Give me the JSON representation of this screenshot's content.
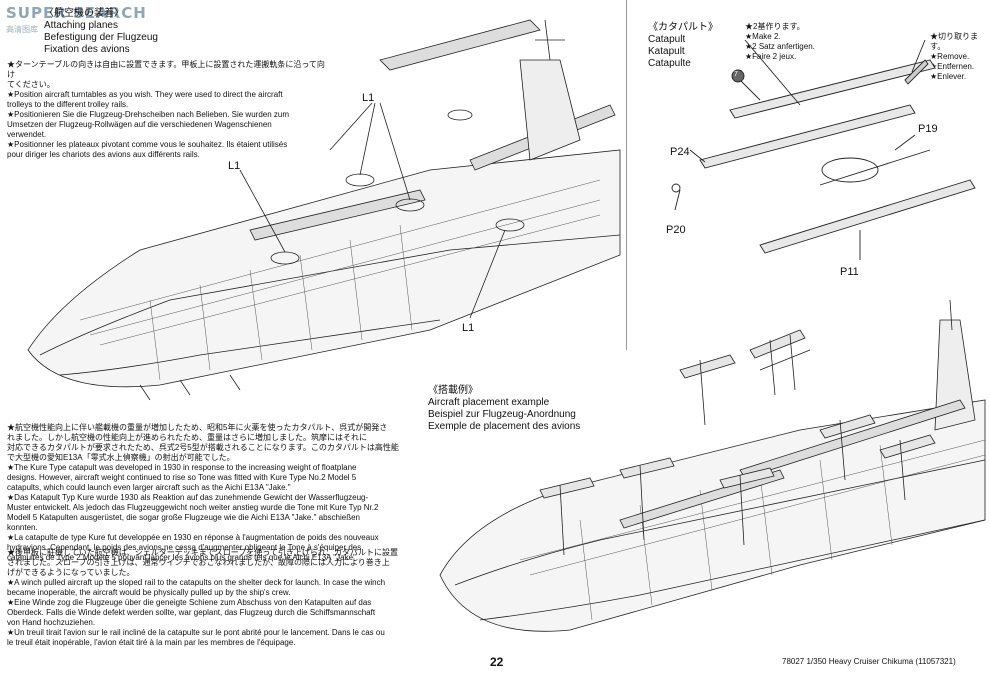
{
  "watermark": {
    "text": "SUPER SEARCH",
    "sub": "高清图库"
  },
  "section_attach": {
    "title_jp": "〈航空機の装着〉",
    "title_en": "Attaching planes",
    "title_de": "Befestigung der Flugzeug",
    "title_fr": "Fixation des avions",
    "notes": [
      "★ターンテーブルの向きは自由に設置できます。甲板上に設置された運搬軌条に沿って向け",
      "てください。",
      "★Position aircraft turntables as you wish. They were used to direct the aircraft",
      "trolleys to the different trolley rails.",
      "★Positionieren Sie die Flugzeug-Drehscheiben nach Belieben. Sie wurden zum",
      "Umsetzen der Flugzeug-Rollwägen auf die verschiedenen Wagenschienen",
      "verwendet.",
      "★Positionner les plateaux pivotant comme vous le souhaitez. Ils étaient utilisés",
      "pour diriger les chariots des avions aux différents rails."
    ]
  },
  "section_history": {
    "lines": [
      "★航空機性能向上に伴い艦載機の重量が増加したため、昭和5年に火薬を使ったカタパルト、呉式が開発さ",
      "れました。しかし航空機の性能向上が進められたため、重量はさらに増加しました。筑摩にはそれに",
      "対応できるカタパルトが要求されたため、呉式2号5型が搭載されることになります。このカタパルトは高性能",
      "で大型機の愛知E13A「零式水上偵察機」の射出が可能でした。",
      "★The Kure Type catapult was developed in 1930 in response to the increasing weight of floatplane",
      "designs. However, aircraft weight continued to rise so Tone was fitted with Kure Type No.2 Model 5",
      "catapults, which could launch even larger aircraft such as the Aichi E13A \"Jake.\"",
      "★Das Katapult Typ Kure wurde 1930 als Reaktion auf das zunehmende Gewicht der Wasserflugzeug-",
      "Muster entwickelt. Als jedoch das Flugzeuggewicht noch weiter anstieg wurde die Tone mit Kure Typ Nr.2",
      "Modell 5 Katapulten ausgerüstet, die sogar große Flugzeuge wie die Aichi E13A \"Jake.\" abschießen",
      "konnten.",
      "★La catapulte de type Kure fut developpée en 1930 en réponse à l'augmentation de poids des nouveaux",
      "hydravions. Cependant, le poids des avions ne cessa d'augmenter obligeant le Tone à s'équiper des",
      "catapultes de Type 2 Modèle 5 pouvant lancer les avions plus grands tels que le Aichi E13A \"Jake\"."
    ]
  },
  "section_winch": {
    "lines": [
      "★後甲板に駐機していた航空機は、シェルターデッキまでスロープを使って引き上げられ、カタパルトに設置",
      "されました。スロープの引き上げは、通常ウインチでおこなわれましたが、故障の際には人力により巻き上",
      "げができるようになっていました。",
      "★A winch pulled aircraft up the sloped rail to the catapults on the shelter deck for launch. In case the winch",
      "became inoperable, the aircraft would be physically pulled up by the ship's crew.",
      "★Eine Winde zog die Flugzeuge über die geneigte Schiene zum Abschuss von den Katapulten auf das",
      "Oberdeck. Falls die Winde defekt werden sollte, war geplant, das Flugzeug durch die Schiffsmannschaft",
      "von Hand hochzuziehen.",
      "★Un treuil tirait l'avion sur le rail incliné de la catapulte sur le pont abrité pour le lancement. Dans le cas ou",
      "le treuil était inopérable, l'avion était tiré à la main par les membres de l'équipage."
    ]
  },
  "catapult": {
    "title_jp": "《カタパルト》",
    "title_en": "Catapult",
    "title_de": "Katapult",
    "title_fr": "Catapulte",
    "make": [
      "★2基作ります。",
      "★Make 2.",
      "★2 Satz anfertigen.",
      "★Faire 2 jeux."
    ],
    "remove": [
      "★切り取ります。",
      "★Remove.",
      "★Entfernen.",
      "★Enlever."
    ],
    "parts": {
      "p24": "P24",
      "p19": "P19",
      "p20": "P20",
      "p11": "P11",
      "seven": "7"
    }
  },
  "placement": {
    "title_jp": "《搭載例》",
    "title_en": "Aircraft placement example",
    "title_de": "Beispiel zur Flugzeug-Anordnung",
    "title_fr": "Exemple de placement des avions"
  },
  "labels": {
    "l1_a": "L1",
    "l1_b": "L1",
    "l1_c": "L1"
  },
  "footer": {
    "page": "22",
    "product": "78027 1/350 Heavy Cruiser Chikuma (11057321)"
  }
}
